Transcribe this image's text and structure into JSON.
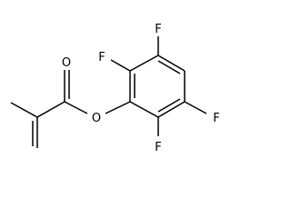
{
  "molecule": {
    "atom_labels": {
      "carbonyl_oxygen": "O",
      "ester_oxygen": "O",
      "fluorine_top": "F",
      "fluorine_upper_left": "F",
      "fluorine_right": "F",
      "fluorine_bottom": "F"
    },
    "colors": {
      "bond": "#000000",
      "text": "#000000",
      "background": "#ffffff"
    }
  }
}
